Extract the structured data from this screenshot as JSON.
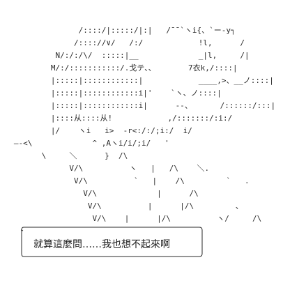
{
  "art": {
    "lines": [
      "                 /::::/|:::::/|:|   /¯¯`ヽi{、`ー-y┐",
      "                /:::://∨/   /:/            !l,      /",
      "            N/:/:/\\/  :::::|__             _|l,     /|",
      "           M/:/:::::::::::/.戈テ、、       7衣k,/::::|",
      "           |:::::|::::::::::::|            ____,>、__ノ::::|",
      "           |:::::|::::::::::::i|'    `ヽ、ノ::::|",
      "           |:::::|::::::::::::i|      -‐、      /::::::/:::|",
      "           |::::从::::从!            ,/:::::::/:i:/",
      "           |/    ヽi   i>  -r<:/:/;i:/  i/",
      "   ―‐<\\             ^ ,Aヽi/i/;i/   '",
      "         \\     ＼      }  /\\",
      "               V/\\          ヽ   |   /\\    ＼.",
      "                V/\\          `   |    /\\         `   .",
      "                  V/\\             |      /\\",
      "                   V/\\          |      |/\\         、",
      "                    V/\\    |      |/\\          ヽ/     /\\"
    ],
    "caption": "就算這麼問……我也想不起來啊"
  }
}
